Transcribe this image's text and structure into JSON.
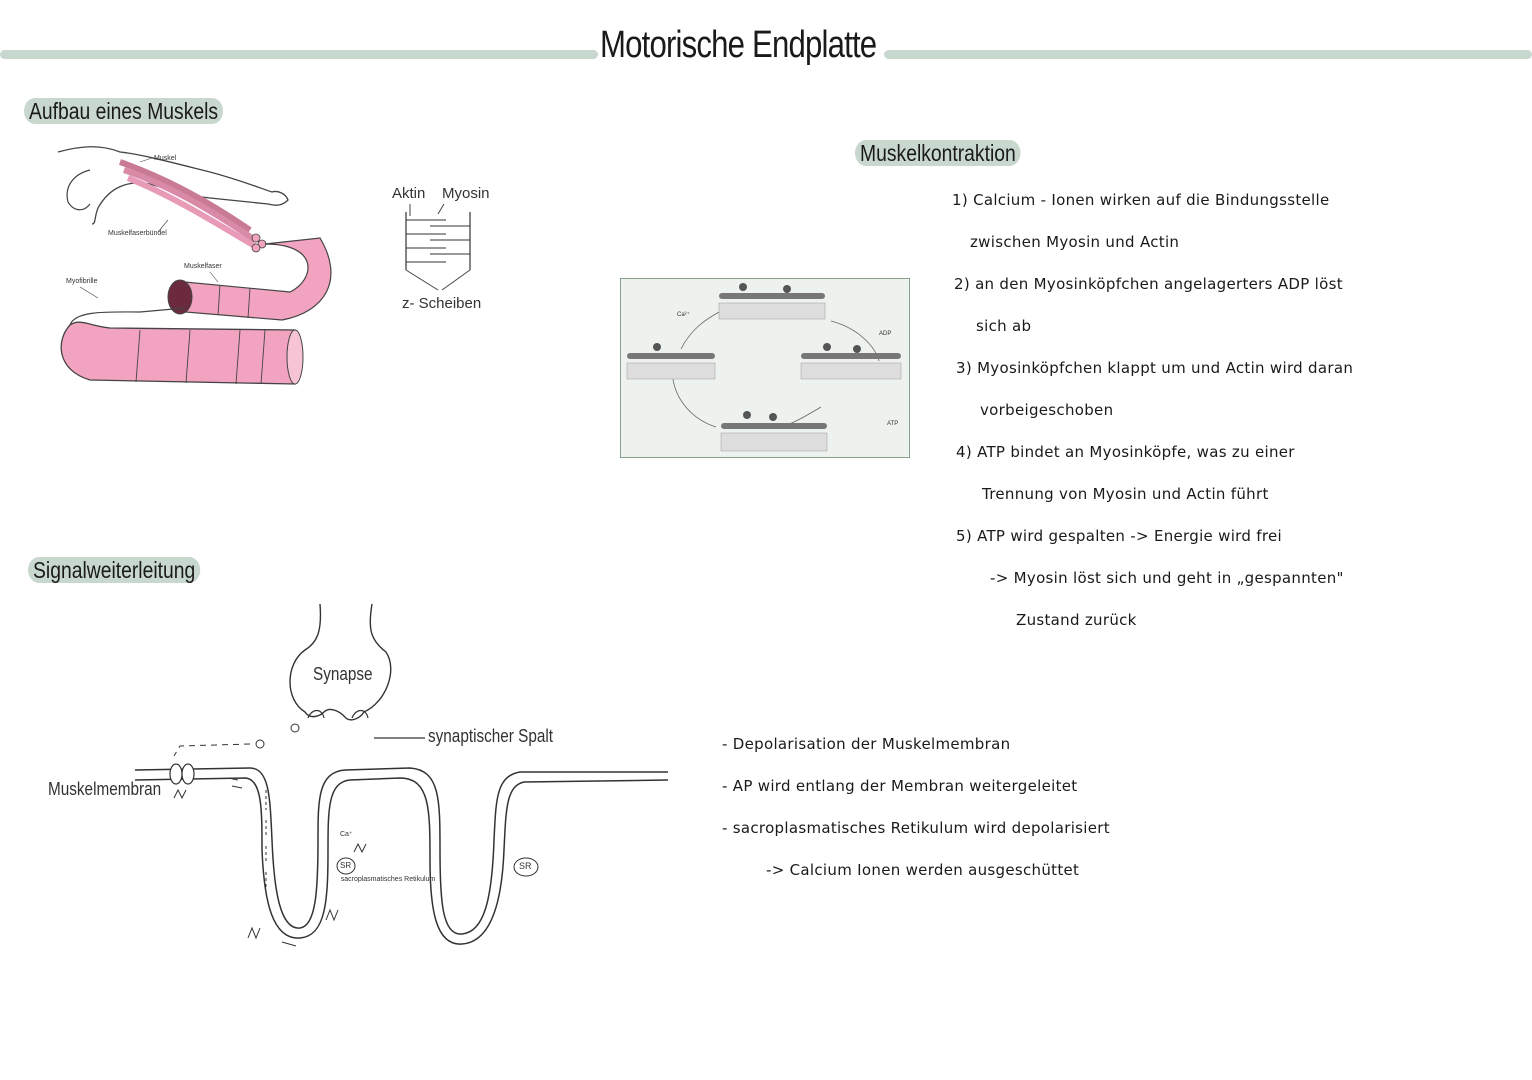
{
  "title": "Motorische Endplatte",
  "colors": {
    "accent": "#c9d8cf",
    "muscle": "#f2a3c0",
    "ink": "#1a1a1a"
  },
  "aufbau": {
    "heading": "Aufbau eines Muskels",
    "labels": {
      "muskel": "Muskel",
      "muskelfaserbuendel": "Muskelfaserbündel",
      "muskelfaser": "Muskelfaser",
      "myofibrille": "Myofibrille"
    },
    "sarcomere": {
      "aktin": "Aktin",
      "myosin": "Myosin",
      "scheiben": "z- Scheiben"
    }
  },
  "kontraktion": {
    "heading": "Muskelkontraktion",
    "cycle_labels": {
      "ca": "Ca²⁺",
      "adp": "ADP",
      "atp": "ATP"
    },
    "lines": [
      "1) Calcium - Ionen wirken auf die  Bindungsstelle",
      "zwischen Myosin und Actin",
      "2) an den Myosinköpfchen angelagerters ADP löst",
      "sich ab",
      "3) Myosinköpfchen klappt um und Actin wird daran",
      "vorbeigeschoben",
      "4) ATP bindet an Myosinköpfe, was zu einer",
      "Trennung von Myosin und Actin führt",
      "5) ATP wird gespalten -> Energie wird frei",
      "-> Myosin löst sich und geht in „gespannten\"",
      "Zustand zurück"
    ]
  },
  "signal": {
    "heading": "Signalweiterleitung",
    "labels": {
      "synapse": "Synapse",
      "spalt": "synaptischer Spalt",
      "membran": "Muskelmembran",
      "ca": "Ca⁺",
      "sr": "SR",
      "sr_full": "sacroplasmatisches Retikulum"
    },
    "bullets": [
      "- Depolarisation der Muskelmembran",
      "- AP wird entlang der Membran weitergeleitet",
      "- sacroplasmatisches Retikulum wird depolarisiert",
      "-> Calcium Ionen werden ausgeschüttet"
    ]
  }
}
